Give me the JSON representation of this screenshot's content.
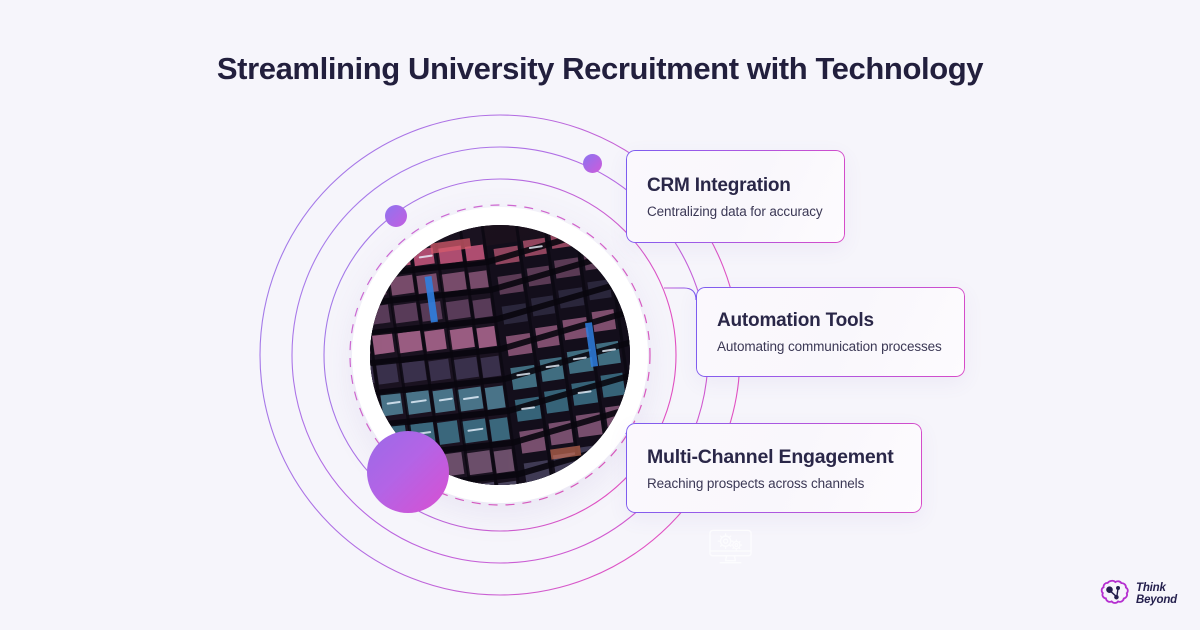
{
  "page": {
    "title": "Streamlining University Recruitment with Technology",
    "background_color": "#f6f5fb",
    "title_color": "#221f3d"
  },
  "center_visual": {
    "name": "office-building-night-photo",
    "description": "Circular photo of a modern glass office tower at night with pink and teal lit windows",
    "accent_colors": [
      "#7b5cf0",
      "#a25ae6",
      "#d84bc8",
      "#e04fb0"
    ]
  },
  "orbit": {
    "rings": [
      {
        "radius": 150,
        "style": "dashed",
        "color": "#d163c9"
      },
      {
        "radius": 176,
        "style": "solid",
        "color": "#b05fdd"
      },
      {
        "radius": 208,
        "style": "solid",
        "color": "#a45ee0"
      },
      {
        "radius": 240,
        "style": "solid",
        "color": "#a05ee2"
      }
    ],
    "dots": [
      {
        "name": "orbit-dot-large",
        "size": 82,
        "gradient": [
          "#9b6ae8",
          "#d94fd1"
        ]
      },
      {
        "name": "orbit-dot-medium",
        "size": 22,
        "gradient": [
          "#8f74ef",
          "#c35ee0"
        ]
      },
      {
        "name": "orbit-dot-small",
        "size": 19,
        "gradient": [
          "#8b74f0",
          "#cf5ada"
        ]
      }
    ]
  },
  "cards": [
    {
      "id": "crm-integration",
      "title": "CRM Integration",
      "subtitle": "Centralizing data for accuracy"
    },
    {
      "id": "automation-tools",
      "title": "Automation Tools",
      "subtitle": "Automating communication processes"
    },
    {
      "id": "multi-channel-engagement",
      "title": "Multi-Channel Engagement",
      "subtitle": "Reaching prospects across channels"
    }
  ],
  "watermark": {
    "icon": "monitor-gears-icon",
    "color": "#ffffff"
  },
  "logo": {
    "icon": "cloud-network-icon",
    "line1": "Think",
    "line2": "Beyond",
    "mark_color": "#b52fd0",
    "text_color": "#241f4d"
  }
}
